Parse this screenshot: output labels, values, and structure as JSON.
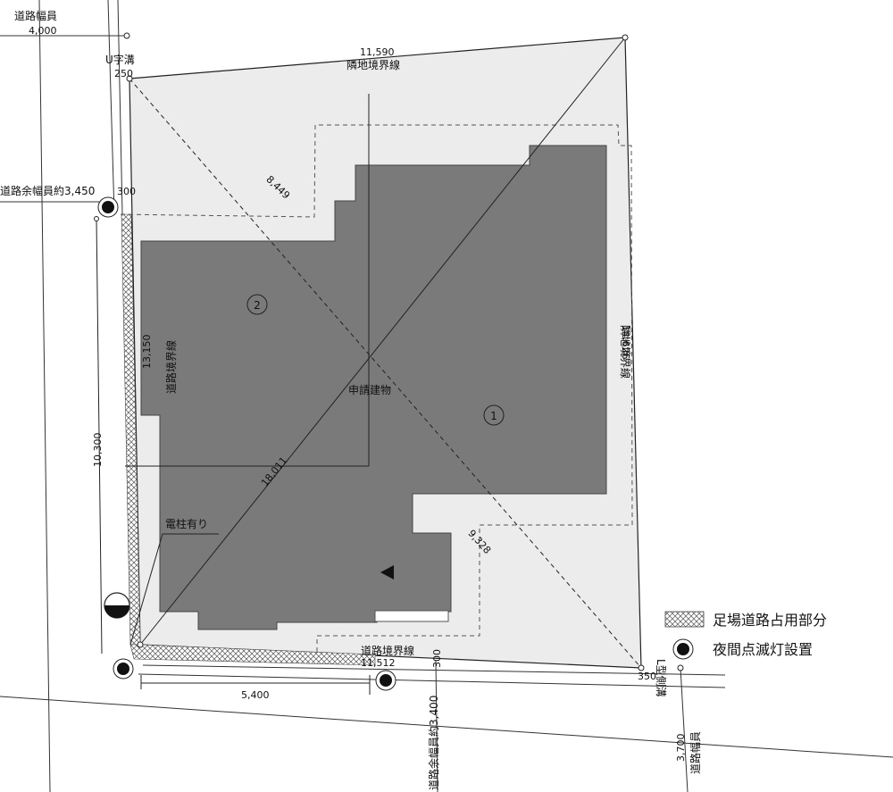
{
  "labels": {
    "road_width_top": "道路幅員",
    "road_width_top_value": "4,000",
    "u_ditch": "U字溝",
    "u_ditch_value": "250",
    "neighbor_top_value": "11,590",
    "neighbor_top_label": "隣地境界線",
    "road_margin_left": "道路余幅員約3,450",
    "road_margin_left_300": "300",
    "diag_top": "8,449",
    "building_label": "申請建物",
    "building_num_1": "1",
    "building_num_2": "2",
    "left_boundary_value": "13,150",
    "left_boundary_label": "道路境界線",
    "left_dim": "10,300",
    "diag_main": "18,011",
    "diag_bottom": "9,328",
    "right_boundary_label": "隣地境界線",
    "right_boundary_value": "14,626",
    "pole": "電柱有り",
    "bottom_boundary_label": "道路境界線",
    "bottom_boundary_value": "11,512",
    "bottom_300": "300",
    "bottom_dim": "5,400",
    "road_margin_bottom": "道路余幅員約3,400",
    "right_350": "350",
    "l_ditch": "L型側溝",
    "road_width_right_value": "3,700",
    "road_width_right": "道路幅員"
  },
  "legend": {
    "scaffold": "足場道路占用部分",
    "lamp": "夜間点滅灯設置"
  },
  "colors": {
    "building": "#7a7a7a",
    "site": "#ececec",
    "line": "#222222"
  },
  "icons": {
    "lamp": "flashing-lamp-icon",
    "pole": "utility-pole-icon",
    "entrance": "entrance-arrow-icon"
  }
}
